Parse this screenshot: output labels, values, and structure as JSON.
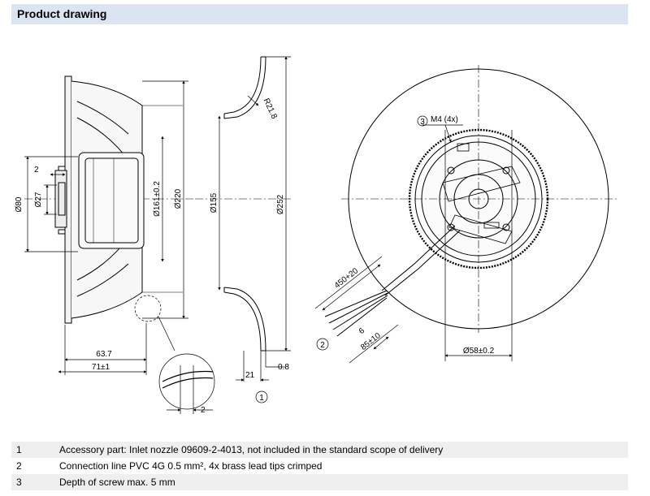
{
  "header": {
    "title": "Product drawing"
  },
  "dims": {
    "d80": "Ø80",
    "d27": "Ø27",
    "w2_top": "2",
    "d161": "Ø161±0.2",
    "d220": "Ø220",
    "l63_7": "63.7",
    "l71": "71±1",
    "w2_bottom": "2",
    "r21_8": "R21.8",
    "d155": "Ø155",
    "d252": "Ø252",
    "l21": "21",
    "l0_8": "0.8",
    "callout1": "1",
    "m4": "M4 (4x)",
    "callout3": "3",
    "l450": "450+20",
    "l6": "6",
    "l85": "85±10",
    "callout2": "2",
    "d58": "Ø58±0.2"
  },
  "notes": [
    {
      "num": "1",
      "text": "Accessory part: Inlet nozzle 09609-2-4013, not included in the standard scope of delivery"
    },
    {
      "num": "2",
      "text": "Connection line PVC 4G 0.5 mm², 4x brass lead tips crimped"
    },
    {
      "num": "3",
      "text": "Depth of screw max. 5 mm"
    }
  ]
}
